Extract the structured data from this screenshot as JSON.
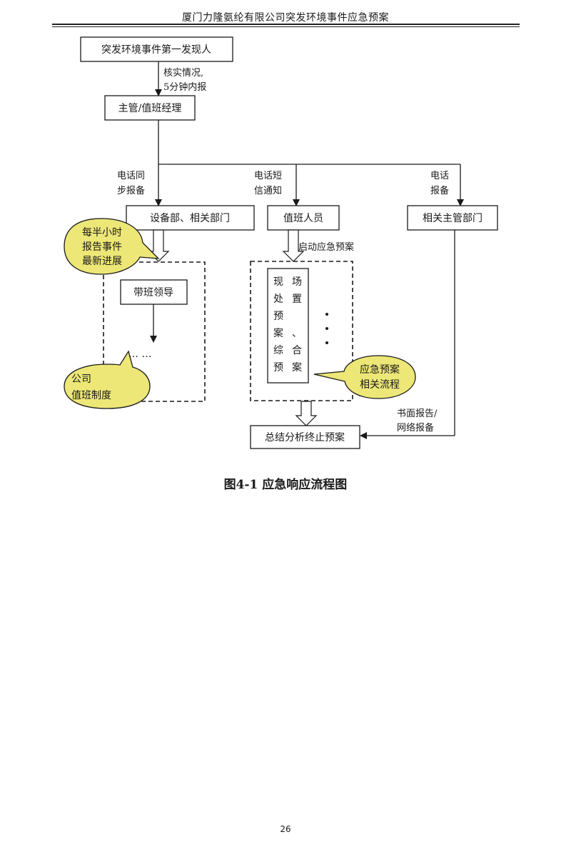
{
  "header": {
    "title": "厦门力隆氨纶有限公司突发环境事件应急预案"
  },
  "flowchart": {
    "discoverer": "突发环境事件第一发现人",
    "verify_label_line1": "核实情况,",
    "verify_label_line2": "5分钟内报",
    "supervisor": "主管/值班经理",
    "phone_sync_line1": "电话同",
    "phone_sync_line2": "步报备",
    "phone_sms_line1": "电话短",
    "phone_sms_line2": "信通知",
    "phone_report_line1": "电话",
    "phone_report_line2": "报备",
    "equipment_dept": "设备部、相关部门",
    "duty_staff": "值班人员",
    "related_dept": "相关主管部门",
    "activate_plan": "启动应急预案",
    "leader_on_duty": "带班领导",
    "ellipsis": "…  …",
    "onsite_plan": [
      "现",
      "场",
      "处",
      "置",
      "预",
      "案",
      "、",
      "综",
      "合",
      "预",
      "案"
    ],
    "dots": "·",
    "summary": "总结分析终止预案",
    "written_report_line1": "书面报告/",
    "written_report_line2": "网络报备",
    "callout_half_hour": [
      "每半小时",
      "报告事件",
      "最新进展"
    ],
    "callout_company": [
      "公司",
      "值班制度"
    ],
    "callout_plan": [
      "应急预案",
      "相关流程"
    ],
    "colors": {
      "callout_fill": "#ede777",
      "line": "#1a1a1a"
    }
  },
  "caption": "图4-1 应急响应流程图",
  "page_number": "26"
}
